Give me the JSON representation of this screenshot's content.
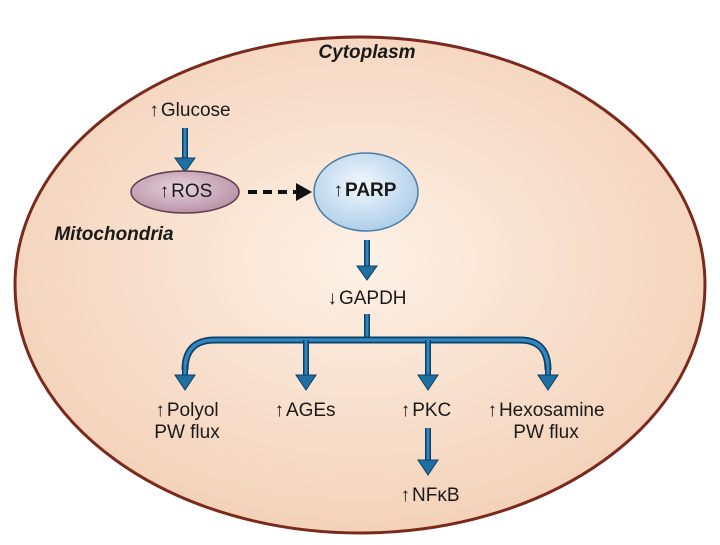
{
  "compartments": {
    "outer": "Cytoplasm",
    "inner": "Mitochondria"
  },
  "nodes": {
    "glucose": {
      "arrow": "↑",
      "text": "Glucose"
    },
    "ros": {
      "arrow": "↑",
      "text": "ROS"
    },
    "parp": {
      "arrow": "↑",
      "text": "PARP"
    },
    "gapdh": {
      "arrow": "↓",
      "text": "GAPDH"
    },
    "polyol": {
      "arrow": "↑",
      "line1": "Polyol",
      "line2": "PW flux"
    },
    "ages": {
      "arrow": "↑",
      "text": "AGEs"
    },
    "pkc": {
      "arrow": "↑",
      "text": "PKC"
    },
    "hexosamine": {
      "arrow": "↑",
      "line1": "Hexosamine",
      "line2": "PW flux"
    },
    "nfkb": {
      "arrow": "↑",
      "text": "NFκB"
    }
  },
  "colors": {
    "cell_fill": "#f6dcc8",
    "cell_stroke": "#7a2a1c",
    "arrow_blue": "#1f6fa3",
    "ros_fill": "#c9a7b8",
    "parp_fill": "#cfe3f5"
  }
}
